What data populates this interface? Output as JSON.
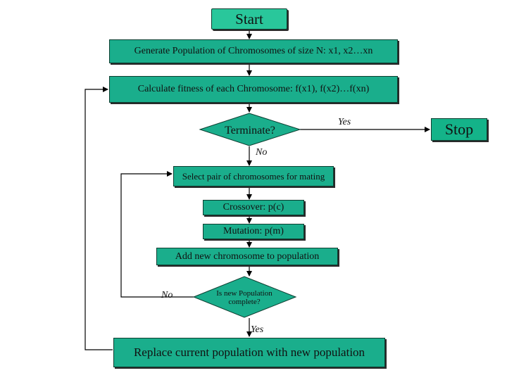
{
  "colors": {
    "box_fill": "#1aae8c",
    "start_fill": "#29c79b",
    "stop_fill": "#14b389",
    "outline": "#0d3d30",
    "line": "#000000"
  },
  "nodes": {
    "start": "Start",
    "generate": "Generate Population of Chromosomes of size N: x1, x2…xn",
    "fitness": "Calculate fitness of each Chromosome: f(x1), f(x2)…f(xn)",
    "terminate": "Terminate?",
    "stop": "Stop",
    "select": "Select pair of chromosomes for mating",
    "crossover": "Crossover: p(c)",
    "mutation": "Mutation: p(m)",
    "add": "Add new chromosome to population",
    "complete_line1": "Is new Population",
    "complete_line2": "complete?",
    "replace": "Replace current population with new population"
  },
  "edge_labels": {
    "terminate_yes": "Yes",
    "terminate_no": "No",
    "complete_no": "No",
    "complete_yes": "Yes"
  }
}
